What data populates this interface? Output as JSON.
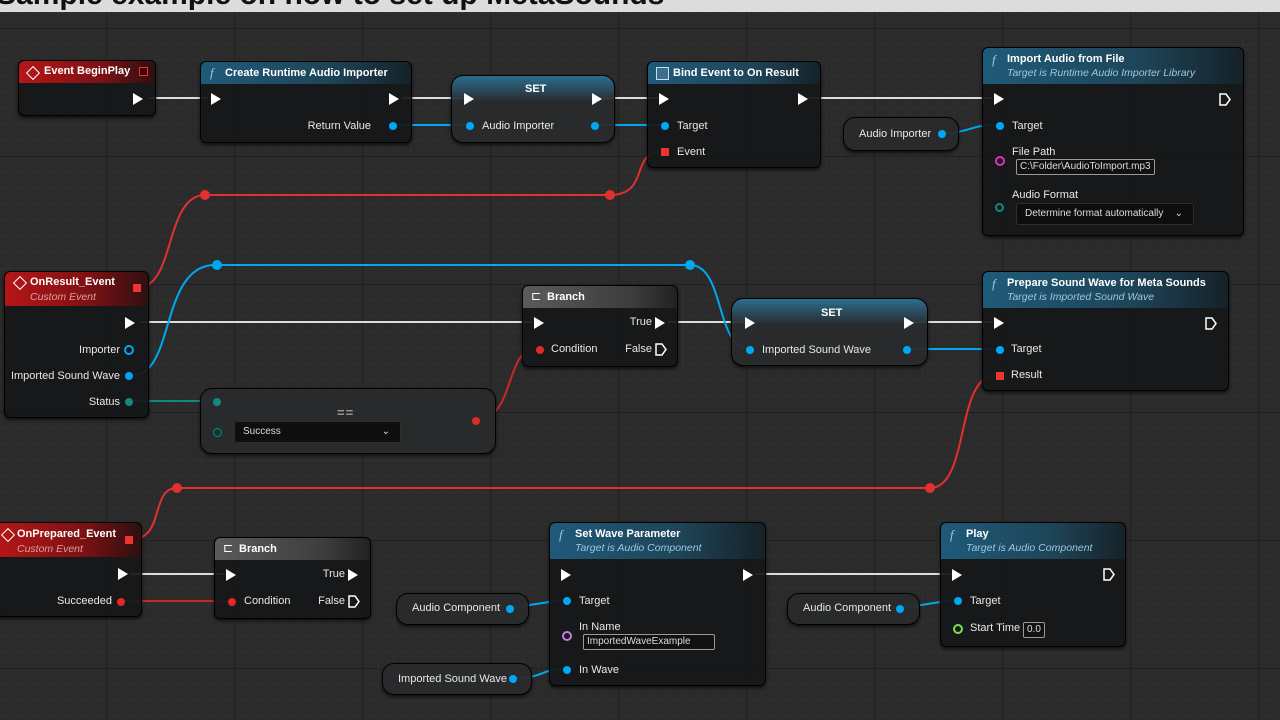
{
  "header_title": "Sample example on how to set up MetaSounds",
  "nodes": {
    "event_begin_play": {
      "title": "Event BeginPlay"
    },
    "create_importer": {
      "title": "Create Runtime Audio Importer",
      "out_label": "Return Value"
    },
    "set_importer": {
      "title": "SET",
      "in_label": "Audio Importer"
    },
    "bind_event": {
      "title": "Bind Event to On Result",
      "target": "Target",
      "event": "Event"
    },
    "import_audio": {
      "title": "Import Audio from File",
      "subtitle": "Target is Runtime Audio Importer Library",
      "target": "Target",
      "file_path_label": "File Path",
      "file_path_value": "C:\\Folder\\AudioToImport.mp3",
      "audio_format_label": "Audio Format",
      "audio_format_value": "Determine format automatically"
    },
    "audio_importer_var": {
      "label": "Audio Importer"
    },
    "on_result": {
      "title": "OnResult_Event",
      "subtitle": "Custom Event",
      "importer": "Importer",
      "imported_sound_wave": "Imported Sound Wave",
      "status": "Status"
    },
    "branch1": {
      "title": "Branch",
      "condition": "Condition",
      "true": "True",
      "false": "False"
    },
    "set_wave": {
      "title": "SET",
      "in_label": "Imported Sound Wave"
    },
    "prepare_sound_wave": {
      "title": "Prepare Sound Wave for Meta Sounds",
      "subtitle": "Target is Imported Sound Wave",
      "target": "Target",
      "result": "Result"
    },
    "equals": {
      "symbol": "==",
      "dropdown_value": "Success"
    },
    "on_prepared": {
      "title": "OnPrepared_Event",
      "subtitle": "Custom Event",
      "succeeded": "Succeeded"
    },
    "branch2": {
      "title": "Branch",
      "condition": "Condition",
      "true": "True",
      "false": "False"
    },
    "set_wave_param": {
      "title": "Set Wave Parameter",
      "subtitle": "Target is Audio Component",
      "target": "Target",
      "in_name_label": "In Name",
      "in_name_value": "ImportedWaveExample",
      "in_wave": "In Wave"
    },
    "audio_component_var1": {
      "label": "Audio Component"
    },
    "imported_sound_wave_var": {
      "label": "Imported Sound Wave"
    },
    "play": {
      "title": "Play",
      "subtitle": "Target is Audio Component",
      "target": "Target",
      "start_time_label": "Start Time",
      "start_time_value": "0.0"
    },
    "audio_component_var2": {
      "label": "Audio Component"
    }
  },
  "colors": {
    "exec": "#ffffff",
    "object_pin": "#00a8f3",
    "enum_pin": "#0f8a7c",
    "bool_pin": "#e0292a",
    "float_pin": "#76e34a",
    "name_pin": "#c67be0",
    "string_pin": "#e030c0",
    "event_header": "#b51618",
    "function_header": "#1f5a7a"
  }
}
